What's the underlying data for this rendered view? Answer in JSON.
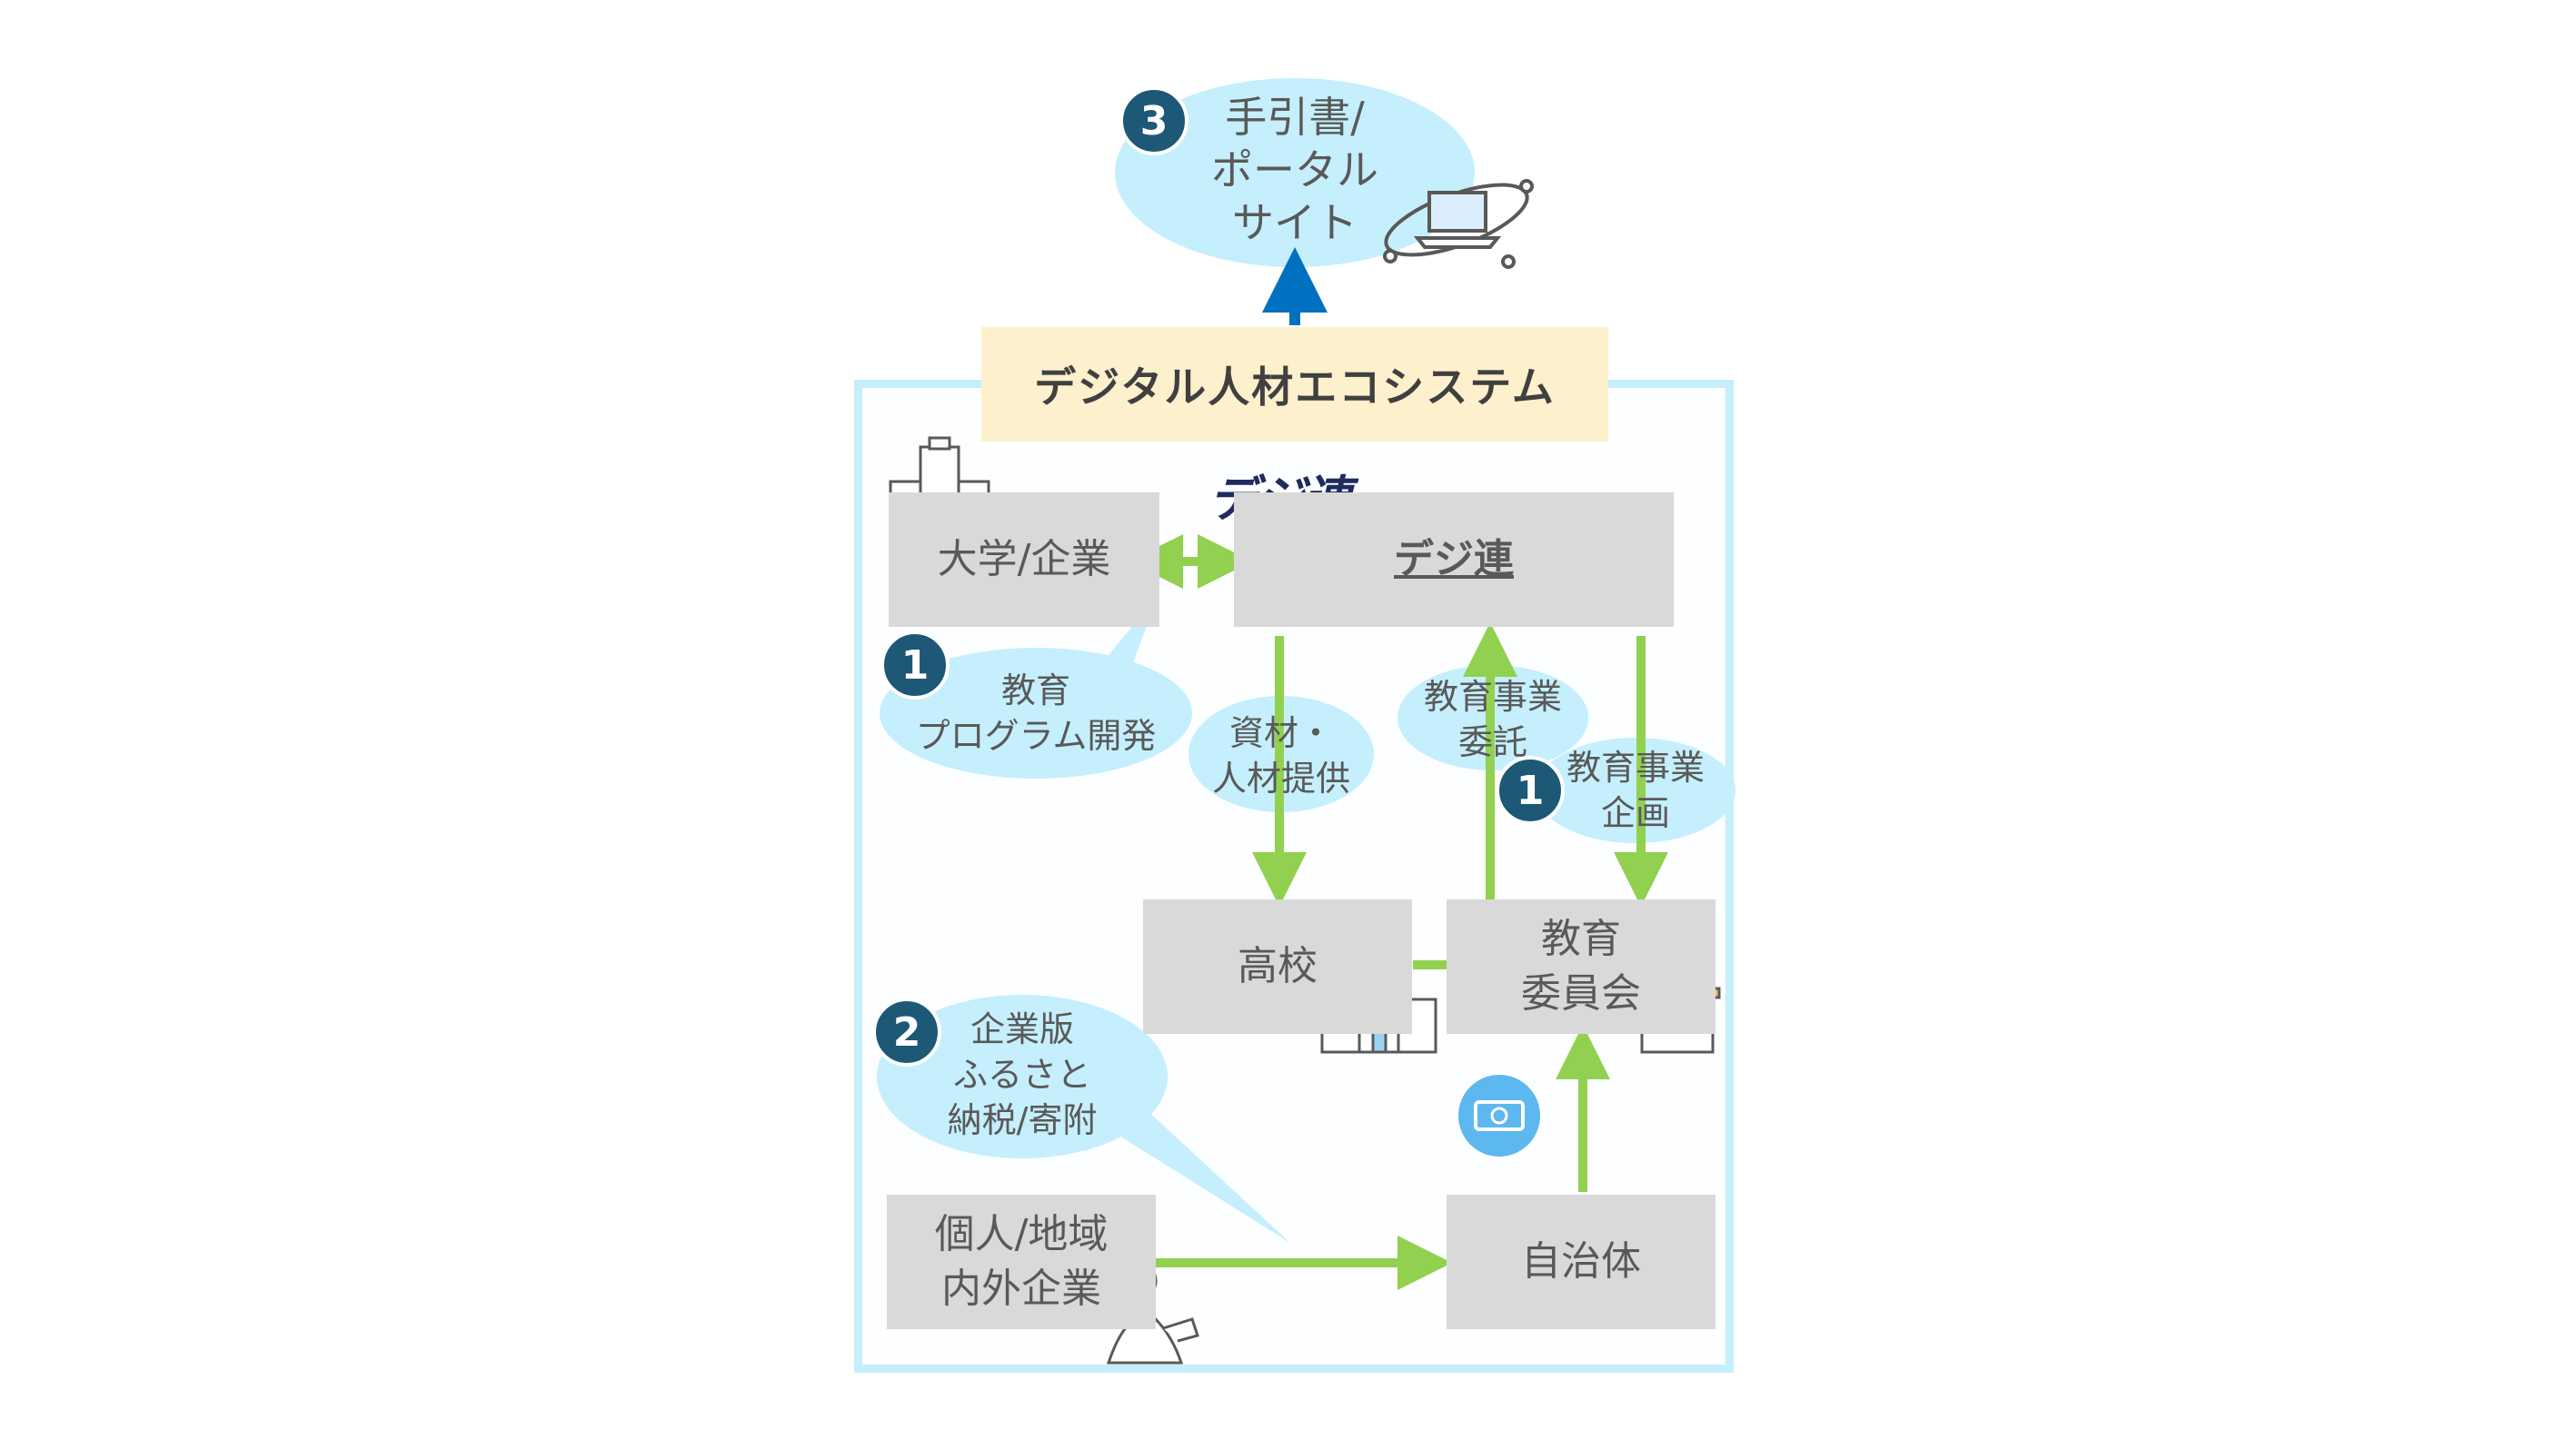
{
  "title": "デジタル人材エコシステム",
  "top_bubble": {
    "number": "3",
    "line1": "手引書/",
    "line2": "ポータル",
    "line3": "サイト"
  },
  "logo_text": "デジ連",
  "boxes": {
    "university": "大学/企業",
    "digiren": "デジ連",
    "high_school": "高校",
    "board_line1": "教育",
    "board_line2": "委員会",
    "individual_line1": "個人/地域",
    "individual_line2": "内外企業",
    "municipality": "自治体"
  },
  "bubbles": {
    "program": {
      "number": "1",
      "line1": "教育",
      "line2": "プログラム開発"
    },
    "materials": {
      "line1": "資材・",
      "line2": "人材提供"
    },
    "commission": {
      "line1": "教育事業",
      "line2": "委託"
    },
    "planning": {
      "number": "1",
      "line1": "教育事業",
      "line2": "企画"
    },
    "donation": {
      "number": "2",
      "line1": "企業版",
      "line2": "ふるさと",
      "line3": "納税/寄附"
    }
  },
  "colors": {
    "frame": "#c6eefb",
    "title_bg": "#fdf0cc",
    "box": "#d9d9d9",
    "bubble": "#c5effc",
    "badge": "#1d5876",
    "arrow_green": "#92d050",
    "arrow_blue": "#0070c0"
  },
  "icons": [
    "laptop-orbit-icon",
    "building-icon",
    "school-icon",
    "office-icon",
    "person-icon",
    "money-icon"
  ]
}
